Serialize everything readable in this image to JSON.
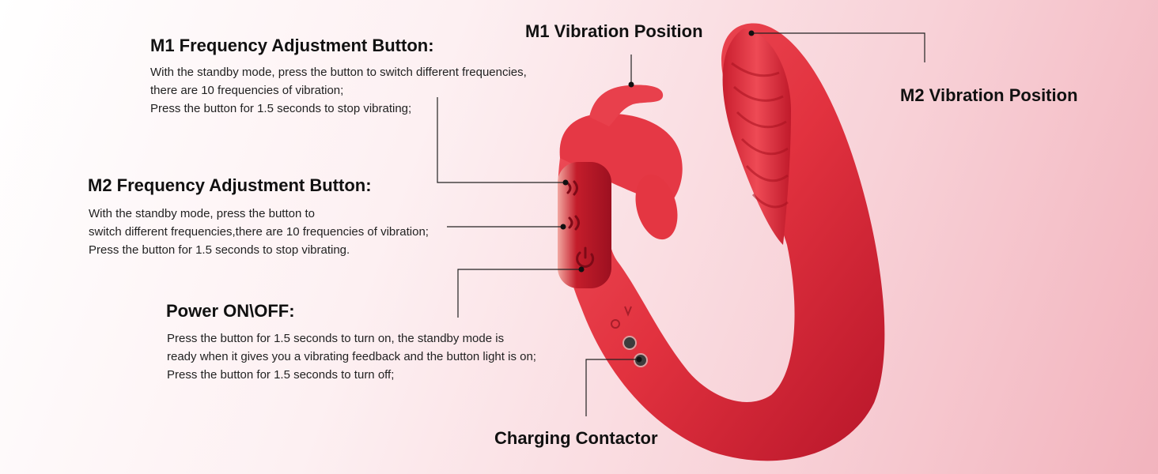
{
  "callouts": {
    "m1_button": {
      "title": "M1 Frequency Adjustment Button:",
      "lines": [
        "With the standby mode, press the button to switch different frequencies,",
        "there are 10 frequencies of vibration;",
        "Press the button for 1.5 seconds to stop vibrating;"
      ]
    },
    "m2_button": {
      "title": "M2 Frequency Adjustment Button:",
      "lines": [
        "With the standby mode, press the button to",
        "switch different frequencies,there are 10 frequencies of vibration;",
        "Press the button for 1.5 seconds to stop vibrating."
      ]
    },
    "power": {
      "title": "Power ON\\OFF:",
      "lines": [
        "Press the button for 1.5 seconds to turn on, the standby mode is",
        "ready when it gives you a vibrating feedback and the button light is on;",
        "Press the button for 1.5 seconds to turn off;"
      ]
    },
    "m1_position": {
      "title": "M1 Vibration Position"
    },
    "m2_position": {
      "title": "M2 Vibration Position"
    },
    "charging": {
      "title": "Charging Contactor"
    }
  },
  "device": {
    "body_color": "#e2323f",
    "highlight_color": "#f0545e",
    "shadow_color": "#a8111f",
    "button_panel_color": "#c41d2b",
    "button_icons": [
      "m1-wave-icon",
      "m2-wave-icon",
      "power-icon"
    ],
    "contact_icon": "charging-contact-icon"
  },
  "colors": {
    "leader_line": "#222222",
    "text": "#111111"
  }
}
